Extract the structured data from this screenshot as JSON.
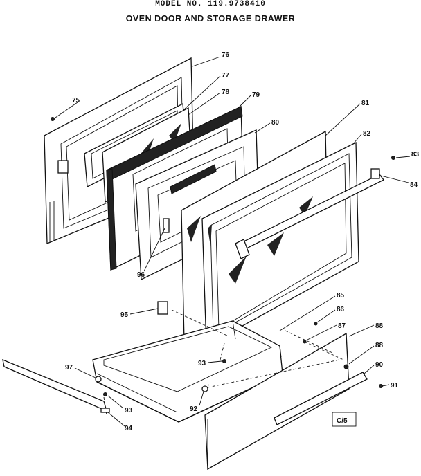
{
  "header": {
    "model": "MODEL NO. 119.9738410",
    "title": "OVEN DOOR AND STORAGE DRAWER"
  },
  "stamp": "C/5",
  "parts": {
    "p75": "75",
    "p76": "76",
    "p77": "77",
    "p78": "78",
    "p79": "79",
    "p80": "80",
    "p81": "81",
    "p82": "82",
    "p83a": "83",
    "p84a": "84",
    "p85": "85",
    "p86": "86",
    "p87": "87",
    "p88a": "88",
    "p88b": "88",
    "p90": "90",
    "p91": "91",
    "p92": "92",
    "p93a": "93",
    "p93b": "93",
    "p94": "94",
    "p95": "95",
    "p96": "96",
    "p97": "97"
  }
}
